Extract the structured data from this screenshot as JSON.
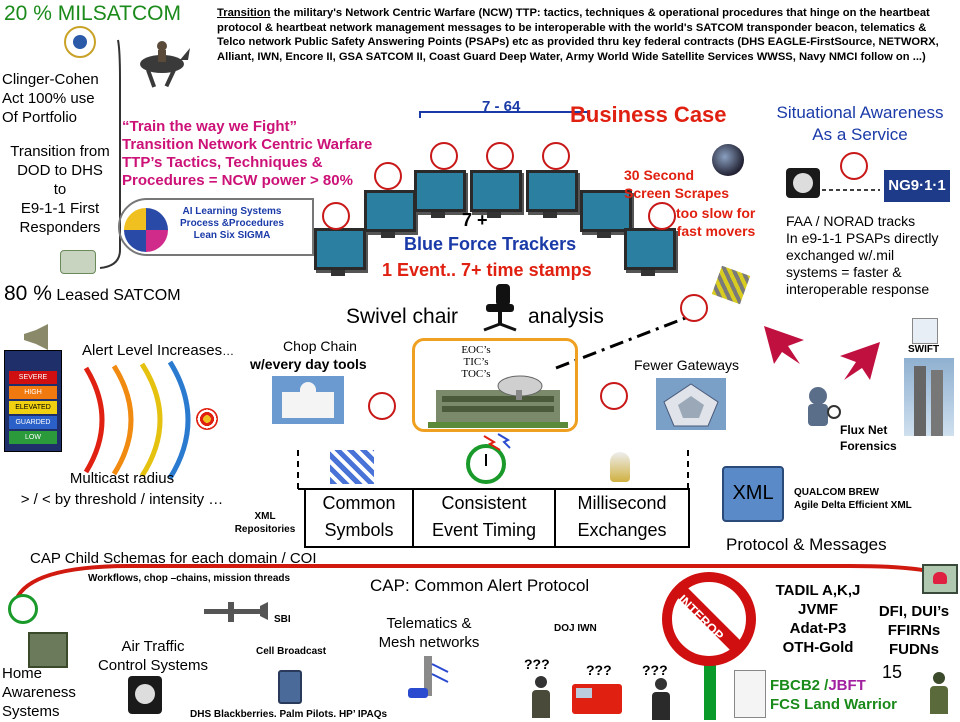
{
  "header": {
    "milsatcom": "20 % MILSATCOM",
    "transition_word": "Transition",
    "paragraph": " the military's Network Centric Warfare (NCW) TTP: tactics, techniques & operational procedures that hinge on the heartbeat protocol & heartbeat network management messages to be interoperable with the world's SATCOM transponder beacon, telematics & Telco network Public Safety Answering Points (PSAPs)  etc as provided thru key federal contracts (DHS EAGLE-FirstSource, NETWORX, Alliant, IWN, Encore II, GSA SATCOM II, Coast Guard Deep Water, Army World Wide Satellite Services WWSS, Navy NMCI follow on ...)"
  },
  "left": {
    "clinger": [
      "Clinger-Cohen",
      "Act 100% use",
      "Of Portfolio"
    ],
    "transition": [
      "Transition from",
      "DOD to DHS",
      "to",
      "E9-1-1 First",
      "Responders"
    ],
    "leased_pct": "80 %",
    "leased_rest": " Leased SATCOM",
    "ai": [
      "AI Learning Systems",
      "Process &Procedures",
      "Lean Six SIGMA"
    ]
  },
  "train": [
    "“Train the way we Fight”",
    "Transition Network Centric Warfare",
    "TTP’s Tactics, Techniques &",
    "Procedures = NCW power > 80%"
  ],
  "center": {
    "range": "7 - 64",
    "seven_plus": "7 +",
    "blue_force": "Blue Force Trackers",
    "event": "1 Event.. 7+ time stamps",
    "swivel_left": "Swivel chair",
    "swivel_right": "analysis",
    "eoc": [
      "EOC’s",
      "TIC’s",
      "TOC’s"
    ],
    "chop_chain": "Chop Chain",
    "chop_tools": "w/every day tools",
    "fewer_gateways": "Fewer Gateways"
  },
  "business": {
    "title": "Business Case",
    "screen_scrapes": [
      "30 Second",
      "Screen Scrapes"
    ],
    "too_slow": [
      "too slow for",
      "fast movers"
    ]
  },
  "situational": {
    "title": [
      "Situational Awareness",
      "As a Service"
    ],
    "ng911": "NG9·1·1",
    "faa": [
      "FAA / NORAD tracks",
      "In e9-1-1 PSAPs directly",
      "exchanged w/.mil",
      "systems = faster &",
      " interoperable response"
    ],
    "swift": "SWIFT",
    "flux": [
      "Flux Net",
      "Forensics"
    ]
  },
  "alert": {
    "title": "Alert Level Increases",
    "ellipsis": "…",
    "levels": [
      "SEVERE",
      "HIGH",
      "ELEVATED",
      "GUARDED",
      "LOW"
    ],
    "multicast": [
      "Multicast radius",
      "> / < by threshold / intensity …"
    ]
  },
  "table": {
    "row1": [
      "Common",
      "Consistent",
      "Millisecond"
    ],
    "row2": [
      "Symbols",
      "Event Timing",
      "Exchanges"
    ],
    "xml_repos": [
      "XML",
      "Repositories"
    ]
  },
  "xml": {
    "label": "XML",
    "qualcom": [
      "QUALCOM BREW",
      "Agile Delta Efficient XML"
    ],
    "protocol": "Protocol & Messages"
  },
  "bottom": {
    "cap_child": "CAP Child Schemas for each domain / COI",
    "workflows": "Workflows, chop –chains, mission threads",
    "cap": "CAP: Common Alert Protocol",
    "sbi": "SBI",
    "atc": [
      "Air Traffic",
      "Control Systems"
    ],
    "cell": "Cell Broadcast",
    "telematics": [
      "Telematics &",
      "Mesh networks"
    ],
    "doj": "DOJ IWN",
    "q1": "???",
    "q2": "???",
    "q3": "???",
    "interop": "INTEROP",
    "tadil": [
      "TADIL A,K,J",
      "JVMF",
      "Adat-P3",
      "OTH-Gold"
    ],
    "dfi": [
      "DFI, DUI’s",
      "FFIRNs",
      "FUDNs"
    ],
    "page_num": "15",
    "home": [
      "Home",
      "Awareness",
      "Systems"
    ],
    "blackberries": "DHS Blackberries. Palm Pilots. HP’ IPAQs",
    "fbcb2": "FBCB2 /",
    "jbft": "JBFT",
    "fcs": "FCS Land Warrior"
  },
  "colors": {
    "green": "#1a8a1a",
    "magenta": "#cc1177",
    "red": "#e02010",
    "blue": "#1a3aa8",
    "orange": "#f0a020"
  }
}
